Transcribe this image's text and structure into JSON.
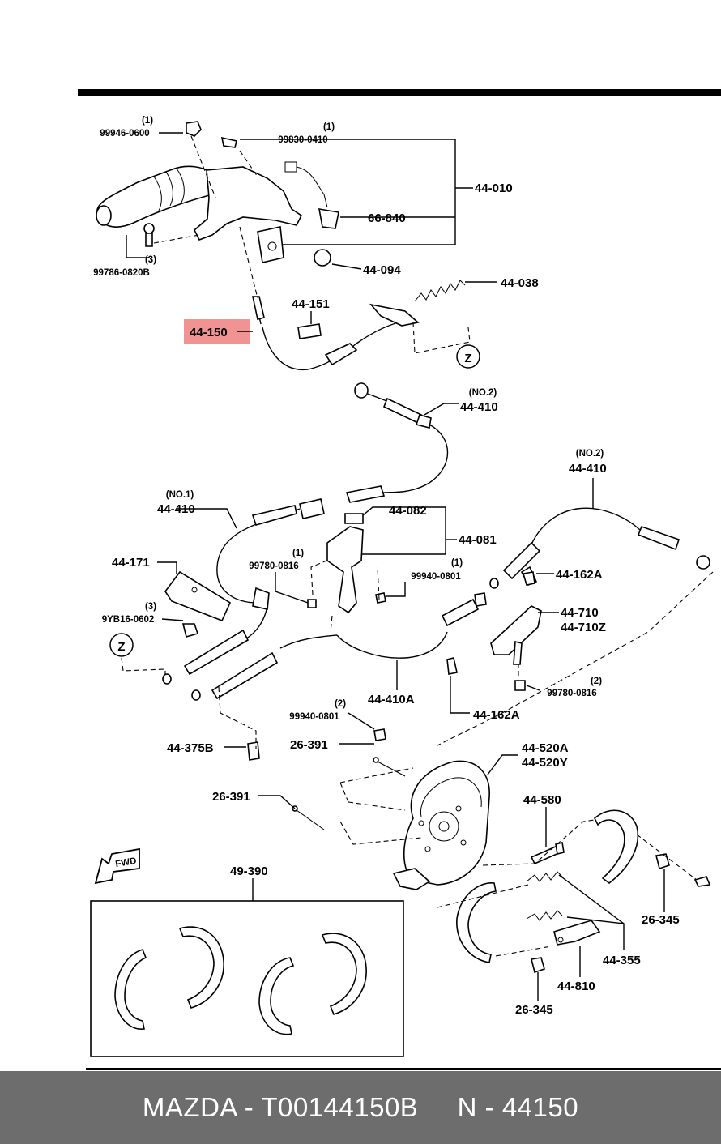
{
  "labels": {
    "p1_qty": "(1)",
    "p1": "99946-0600",
    "p2_qty": "(1)",
    "p2": "99830-0410",
    "p3": "44-010",
    "p4": "66-840",
    "p5_qty": "(3)",
    "p5": "99786-0820B",
    "p6": "44-094",
    "p7": "44-038",
    "p8": "44-151",
    "p9": "44-150",
    "z_marker": "Z",
    "p10_qty": "(NO.2)",
    "p10": "44-410",
    "p11_qty": "(NO.1)",
    "p11": "44-410",
    "p12": "44-082",
    "p13": "44-081",
    "p14_qty": "(NO.2)",
    "p14": "44-410",
    "p15": "44-171",
    "p16_qty": "(1)",
    "p16": "99780-0816",
    "p17_qty": "(1)",
    "p17": "99940-0801",
    "p18": "44-162A",
    "p19_qty": "(3)",
    "p19": "9YB16-0602",
    "p20": "44-710",
    "p21": "44-710Z",
    "p22_qty": "(2)",
    "p22": "99780-0816",
    "p23": "44-410A",
    "p24": "44-162A",
    "p25_qty": "(2)",
    "p25": "99940-0801",
    "p26": "44-375B",
    "p27": "26-391",
    "p28": "44-520A",
    "p29": "44-520Y",
    "p30": "26-391",
    "p31": "44-580",
    "p32": "49-390",
    "fwd": "FWD",
    "p33": "26-345",
    "p34": "44-355",
    "p35": "44-810",
    "p36": "26-345"
  },
  "highlight": {
    "part": "44-150",
    "color": "#f08080"
  },
  "footer": {
    "brand_part": "MAZDA - T00144150B",
    "ref": "N - 44150"
  }
}
